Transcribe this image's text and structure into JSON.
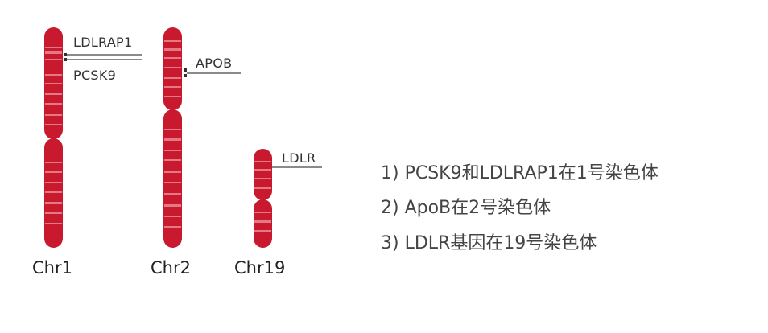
{
  "colors": {
    "chromosome": "#c8192e",
    "band": "#ea8a95",
    "line": "#444444",
    "text": "#333333"
  },
  "chromosomes": [
    {
      "name": "Chr1"
    },
    {
      "name": "Chr2"
    },
    {
      "name": "Chr19"
    }
  ],
  "genes": {
    "ldlrap1": "LDLRAP1",
    "pcsk9": "PCSK9",
    "apob": "APOB",
    "ldlr": "LDLR"
  },
  "notes": [
    "1) PCSK9和LDLRAP1在1号染色体",
    "2) ApoB在2号染色体",
    "3) LDLR基因在19号染色体"
  ]
}
